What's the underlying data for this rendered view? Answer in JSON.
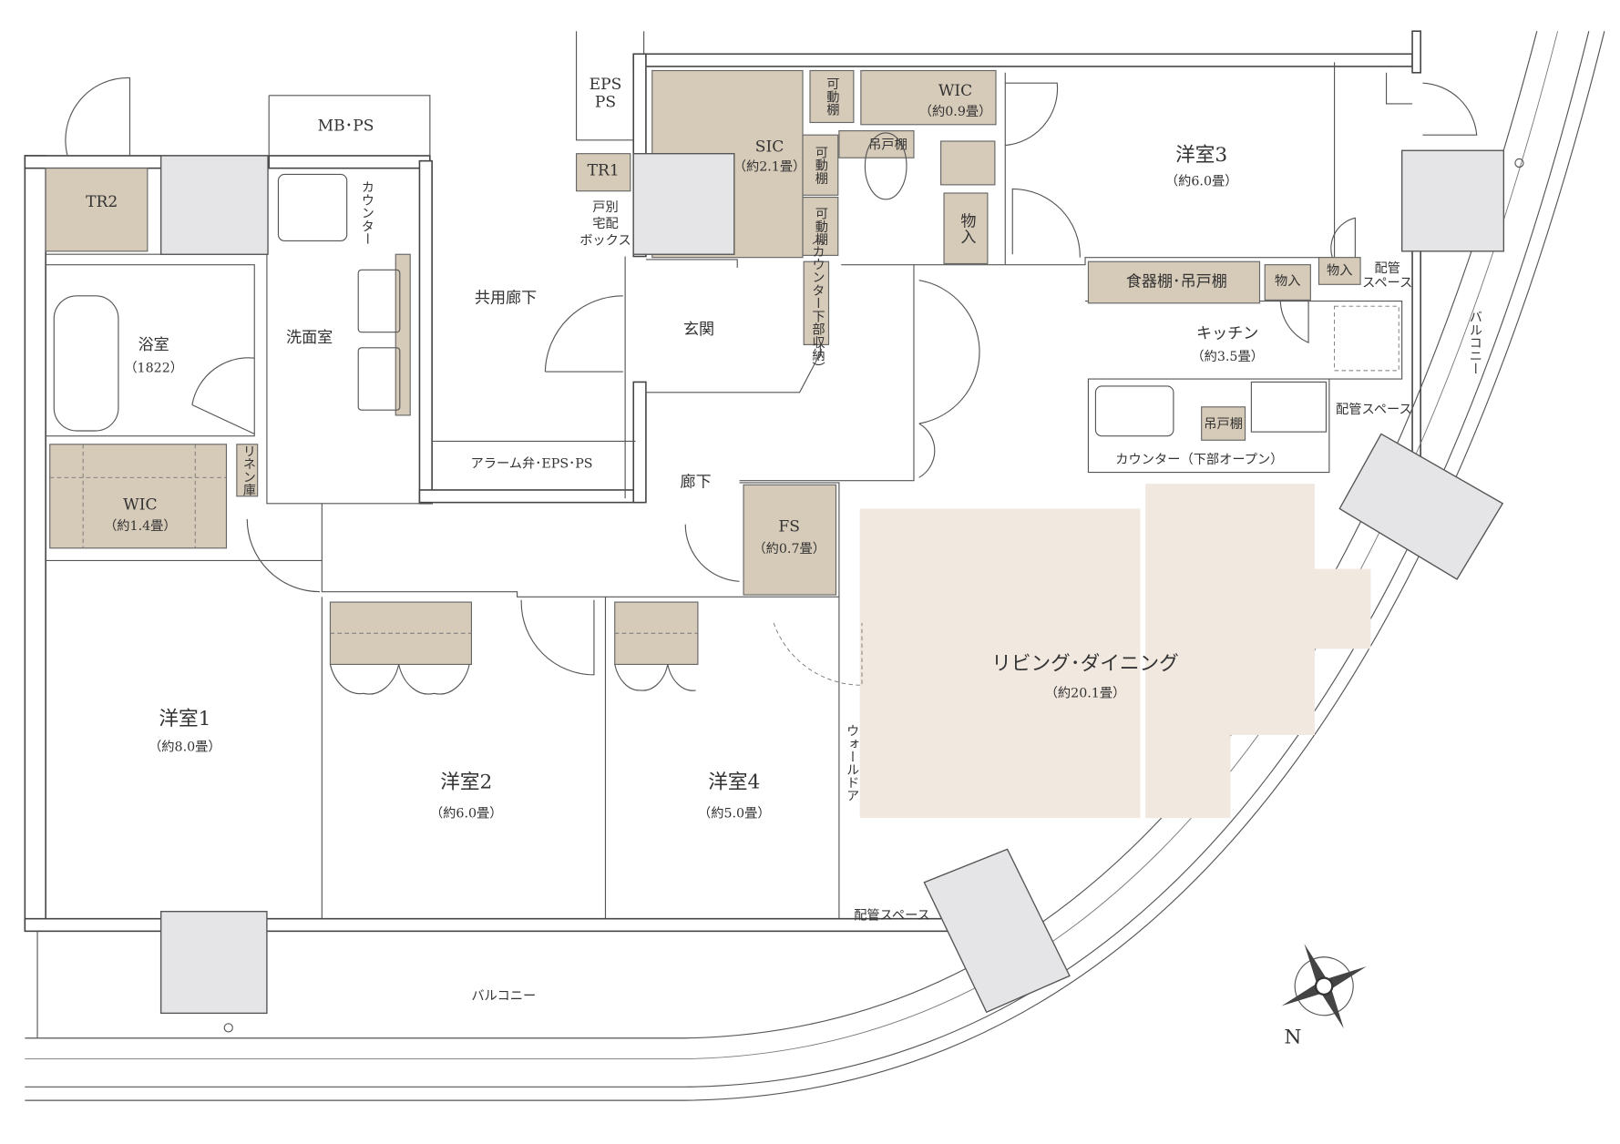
{
  "colors": {
    "storage": "#d6cab8",
    "shaft": "#e5e5e7",
    "living": "#f1e8e0",
    "line": "#555555"
  },
  "labels": {
    "eps_ps": [
      "EPS",
      "PS"
    ],
    "mb_ps": "MB･PS",
    "tr2": "TR2",
    "tr1": "TR1",
    "delivery_box": [
      "戸別",
      "宅配",
      "ボックス"
    ],
    "counter_wash": "カウンター",
    "sic": {
      "name": "SIC",
      "size": "（約2.1畳）"
    },
    "movable_shelf": [
      "可動棚",
      "可動棚",
      "可動棚"
    ],
    "wic_small": {
      "name": "WIC",
      "size": "（約0.9畳）"
    },
    "hanging_shelf_toilet": "吊戸棚",
    "storage_1": "物入",
    "room3": {
      "name": "洋室3",
      "size": "（約6.0畳）"
    },
    "common_corridor": "共用廊下",
    "entrance": "玄関",
    "entrance_counter": "（カウンター下部収納）",
    "bathroom": {
      "name": "浴室",
      "size": "（1822）"
    },
    "washroom": "洗面室",
    "cupboard": "食器棚･吊戸棚",
    "storage_2": "物入",
    "storage_3": "物入",
    "piping_space_1": [
      "配管",
      "スペース"
    ],
    "kitchen": {
      "name": "キッチン",
      "size": "（約3.5畳）"
    },
    "piping_space_2": "配管スペース",
    "hanging_shelf_kitchen": "吊戸棚",
    "kitchen_counter": "カウンター（下部オープン）",
    "alarm_valve": "アラーム弁･EPS･PS",
    "linen": "リネン庫",
    "wic_large": {
      "name": "WIC",
      "size": "（約1.4畳）"
    },
    "hallway": "廊下",
    "fs": {
      "name": "FS",
      "size": "（約0.7畳）"
    },
    "balcony_east": "バルコニー",
    "living": {
      "name": "リビング･ダイニング",
      "size": "（約20.1畳）"
    },
    "room1": {
      "name": "洋室1",
      "size": "（約8.0畳）"
    },
    "room2": {
      "name": "洋室2",
      "size": "（約6.0畳）"
    },
    "room4": {
      "name": "洋室4",
      "size": "（約5.0畳）"
    },
    "wall_door": "ウォールドア",
    "piping_space_3": "配管スペース",
    "balcony_south": "バルコニー",
    "compass_n": "N"
  }
}
